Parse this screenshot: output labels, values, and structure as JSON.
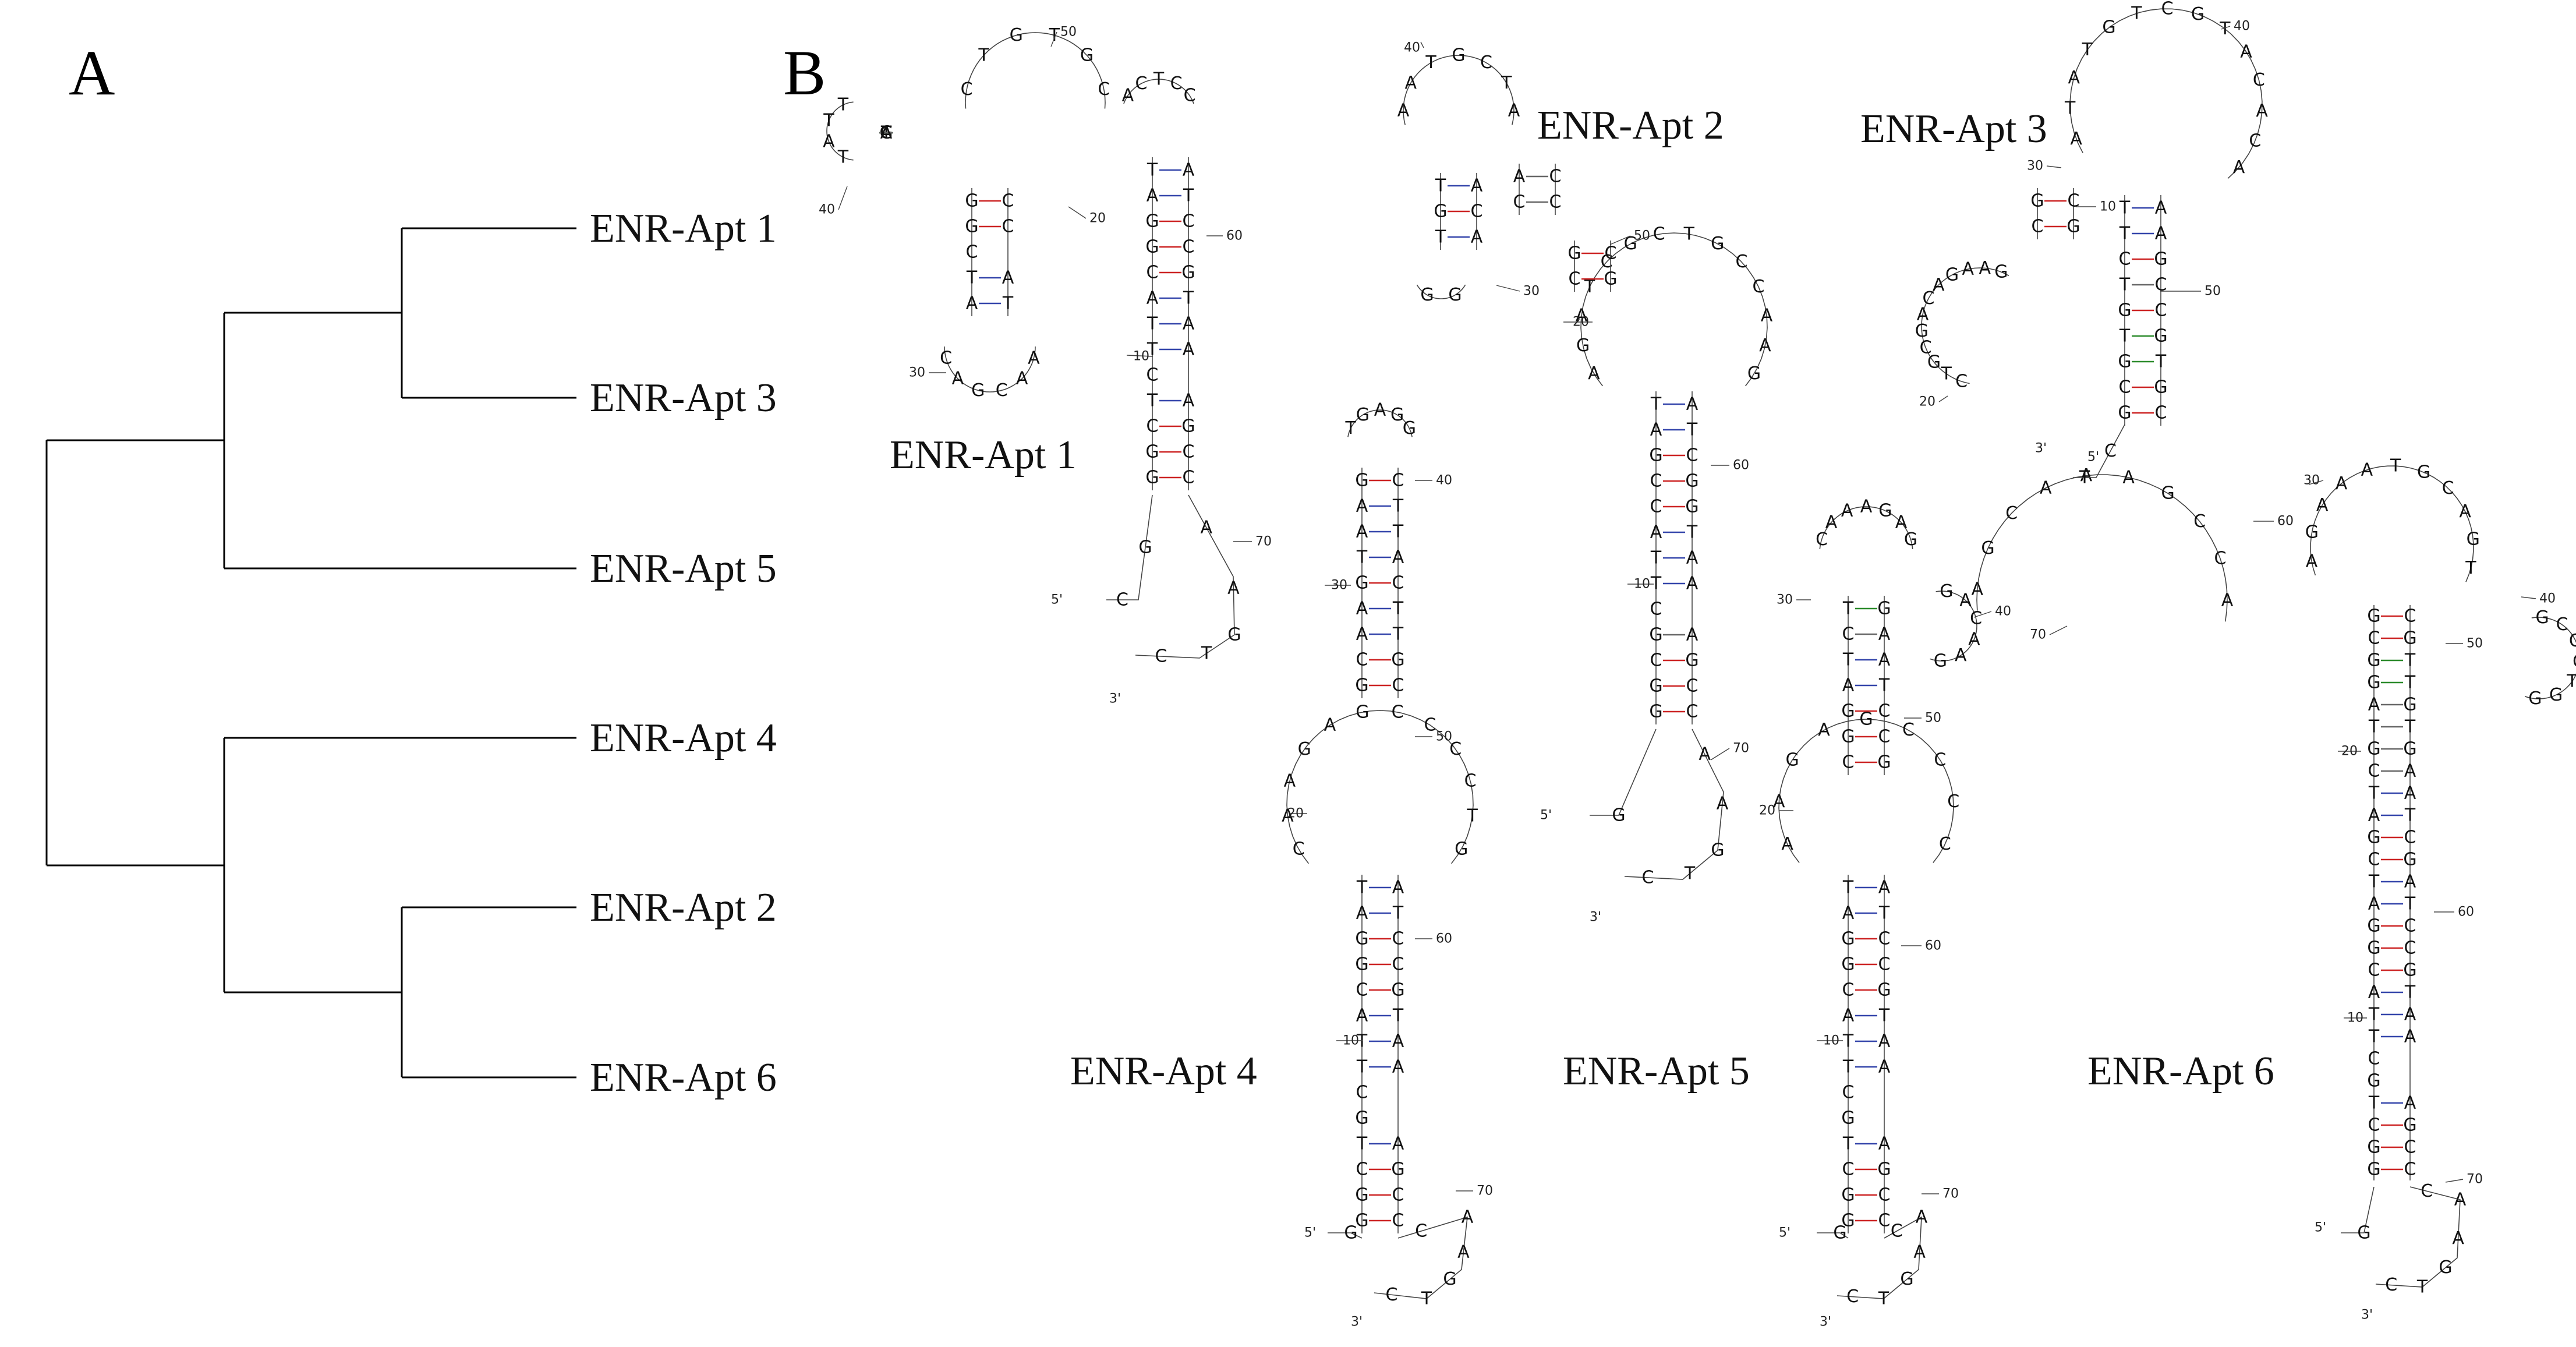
{
  "panels": {
    "a_label": "A",
    "b_label": "B"
  },
  "tree": {
    "leaves": [
      "ENR-Apt 1",
      "ENR-Apt 3",
      "ENR-Apt 5",
      "ENR-Apt 4",
      "ENR-Apt 2",
      "ENR-Apt 6"
    ],
    "topology": "((((ENR-Apt 1,ENR-Apt 3),ENR-Apt 5),((ENR-Apt 4),(ENR-Apt 2,ENR-Apt 6))))"
  },
  "structure_names": {
    "apt1": "ENR-Apt 1",
    "apt2": "ENR-Apt 2",
    "apt3": "ENR-Apt 3",
    "apt4": "ENR-Apt 4",
    "apt5": "ENR-Apt 5",
    "apt6": "ENR-Apt 6"
  },
  "end_labels": {
    "five_prime": "5'",
    "three_prime": "3'"
  },
  "pair_colors": {
    "GC": "#cc2222",
    "AT": "#3344aa",
    "GT": "#2a8a2a"
  },
  "structures": [
    {
      "id": "apt1",
      "stem": [
        [
          "T",
          "A"
        ],
        [
          "A",
          "T"
        ],
        [
          "G",
          "C"
        ],
        [
          "G",
          "C"
        ],
        [
          "C",
          "G"
        ],
        [
          "A",
          "T"
        ],
        [
          "T",
          "A"
        ],
        [
          "T",
          "A"
        ],
        [
          "C",
          ""
        ],
        [
          "T",
          "A"
        ],
        [
          "C",
          "G"
        ],
        [
          "G",
          "C"
        ],
        [
          "G",
          "C"
        ]
      ],
      "tail5": [
        "G",
        "C"
      ],
      "tail3": [
        "A",
        "A",
        "G",
        "T",
        "C"
      ],
      "loop_top": [
        "C",
        "T",
        "G",
        "T",
        "G",
        "C",
        "A",
        "C",
        "T",
        "C",
        "C"
      ],
      "side_hairpin": [
        "A",
        "G",
        "C",
        "T",
        "A",
        "A",
        "C",
        "G",
        "A",
        "C"
      ],
      "numbers": [
        "10",
        "20",
        "30",
        "40",
        "50",
        "60",
        "70"
      ]
    },
    {
      "id": "apt2",
      "stem": [
        [
          "T",
          "A"
        ],
        [
          "A",
          "T"
        ],
        [
          "G",
          "C"
        ],
        [
          "C",
          "G"
        ],
        [
          "C",
          "G"
        ],
        [
          "A",
          "T"
        ],
        [
          "T",
          "A"
        ],
        [
          "T",
          "A"
        ],
        [
          "C",
          ""
        ],
        [
          "G",
          "A"
        ],
        [
          "C",
          "G"
        ],
        [
          "G",
          "C"
        ],
        [
          "G",
          "C"
        ]
      ],
      "tail5": [
        "G"
      ],
      "tail3": [
        "A",
        "A",
        "G",
        "T",
        "C"
      ],
      "loop_top": [
        "A",
        "G",
        "A",
        "T",
        "C",
        "G",
        "C",
        "T",
        "G",
        "C",
        "C",
        "A",
        "A",
        "G"
      ],
      "side_hairpin": [
        "T",
        "A",
        "G",
        "C",
        "T",
        "A",
        "G",
        "G",
        "T",
        "C",
        "A",
        "T",
        "G",
        "A"
      ],
      "numbers": [
        "10",
        "20",
        "30",
        "40",
        "50",
        "60",
        "70"
      ]
    },
    {
      "id": "apt3",
      "stem": [
        [
          "T",
          "A"
        ],
        [
          "T",
          "A"
        ],
        [
          "C",
          "G"
        ],
        [
          "T",
          "C"
        ],
        [
          "G",
          "C"
        ],
        [
          "T",
          "G"
        ],
        [
          "G",
          "T"
        ],
        [
          "C",
          "G"
        ],
        [
          "G",
          "C"
        ]
      ],
      "tail5": [
        "C",
        "T"
      ],
      "tail3": [
        "A",
        "G",
        "C",
        "A",
        "A",
        "A",
        "G",
        "C",
        "C",
        "A"
      ],
      "loop_top": [
        "A",
        "T",
        "A",
        "T",
        "G",
        "T",
        "C",
        "G",
        "T",
        "A",
        "C",
        "A",
        "C",
        "A"
      ],
      "side_hairpin": [
        "C",
        "T",
        "G",
        "C",
        "G",
        "A",
        "C",
        "A",
        "G",
        "A",
        "A",
        "G"
      ],
      "numbers": [
        "10",
        "20",
        "30",
        "40",
        "50",
        "60",
        "70"
      ]
    },
    {
      "id": "apt4",
      "stem": [
        [
          "T",
          "A"
        ],
        [
          "A",
          "T"
        ],
        [
          "G",
          "C"
        ],
        [
          "G",
          "C"
        ],
        [
          "C",
          "G"
        ],
        [
          "A",
          "T"
        ],
        [
          "T",
          "A"
        ],
        [
          "T",
          "A"
        ],
        [
          "C",
          ""
        ],
        [
          "G",
          ""
        ],
        [
          "T",
          "A"
        ],
        [
          "C",
          "G"
        ],
        [
          "G",
          "C"
        ],
        [
          "G",
          "C"
        ]
      ],
      "tail5": [
        "G"
      ],
      "tail3": [
        "C",
        "A",
        "A",
        "G",
        "T",
        "C"
      ],
      "loop_top": [
        "C",
        "A",
        "A",
        "G",
        "A",
        "G",
        "C",
        "C",
        "C",
        "C",
        "T",
        "G"
      ],
      "upper_stem": [
        [
          "G",
          "C"
        ],
        [
          "A",
          "T"
        ],
        [
          "A",
          "T"
        ],
        [
          "T",
          "A"
        ],
        [
          "G",
          "C"
        ],
        [
          "A",
          "T"
        ],
        [
          "A",
          "T"
        ],
        [
          "C",
          "G"
        ],
        [
          "G",
          "C"
        ]
      ],
      "cap": [
        "T",
        "G",
        "A",
        "G",
        "G"
      ],
      "numbers": [
        "10",
        "20",
        "30",
        "40",
        "50",
        "60",
        "70"
      ]
    },
    {
      "id": "apt5",
      "stem": [
        [
          "T",
          "A"
        ],
        [
          "A",
          "T"
        ],
        [
          "G",
          "C"
        ],
        [
          "G",
          "C"
        ],
        [
          "C",
          "G"
        ],
        [
          "A",
          "T"
        ],
        [
          "T",
          "A"
        ],
        [
          "T",
          "A"
        ],
        [
          "C",
          ""
        ],
        [
          "G",
          ""
        ],
        [
          "T",
          "A"
        ],
        [
          "C",
          "G"
        ],
        [
          "G",
          "C"
        ],
        [
          "G",
          "C"
        ]
      ],
      "tail5": [
        "G"
      ],
      "tail3": [
        "C",
        "A",
        "A",
        "G",
        "T",
        "C"
      ],
      "loop_top": [
        "A",
        "A",
        "G",
        "A",
        "G",
        "C",
        "C",
        "C",
        "C"
      ],
      "upper_stem": [
        [
          "T",
          "G"
        ],
        [
          "C",
          "A"
        ],
        [
          "T",
          "A"
        ],
        [
          "A",
          "T"
        ],
        [
          "G",
          "C"
        ],
        [
          "G",
          "C"
        ],
        [
          "C",
          "G"
        ]
      ],
      "cap": [
        "C",
        "A",
        "A",
        "A",
        "G",
        "A",
        "G"
      ],
      "side_hairpin": [
        "G",
        "A",
        "C",
        "A",
        "A",
        "G"
      ],
      "numbers": [
        "10",
        "20",
        "30",
        "40",
        "50",
        "60",
        "70"
      ]
    },
    {
      "id": "apt6",
      "stem": [
        [
          "T",
          "A"
        ],
        [
          "A",
          "T"
        ],
        [
          "G",
          "C"
        ],
        [
          "G",
          "C"
        ],
        [
          "C",
          "G"
        ],
        [
          "A",
          "T"
        ],
        [
          "T",
          "A"
        ],
        [
          "T",
          "A"
        ],
        [
          "C",
          ""
        ],
        [
          "G",
          ""
        ],
        [
          "T",
          "A"
        ],
        [
          "C",
          "G"
        ],
        [
          "G",
          "C"
        ],
        [
          "G",
          "C"
        ]
      ],
      "tail5": [
        "G"
      ],
      "tail3": [
        "C",
        "A",
        "A",
        "G",
        "T",
        "C"
      ],
      "upper_stem": [
        [
          "G",
          "C"
        ],
        [
          "C",
          "G"
        ],
        [
          "G",
          "T"
        ],
        [
          "G",
          "T"
        ],
        [
          "A",
          "G"
        ],
        [
          "T",
          "T"
        ],
        [
          "G",
          "G"
        ],
        [
          "C",
          "A"
        ],
        [
          "T",
          "A"
        ],
        [
          "A",
          "T"
        ],
        [
          "G",
          "C"
        ],
        [
          "C",
          "G"
        ]
      ],
      "cap": [
        "A",
        "G",
        "A",
        "A",
        "A",
        "T",
        "G",
        "C",
        "A",
        "G",
        "T"
      ],
      "side_hairpin": [
        "G",
        "C",
        "G",
        "G",
        "T",
        "G",
        "G"
      ],
      "numbers": [
        "10",
        "20",
        "30",
        "40",
        "50",
        "60",
        "70"
      ]
    }
  ]
}
